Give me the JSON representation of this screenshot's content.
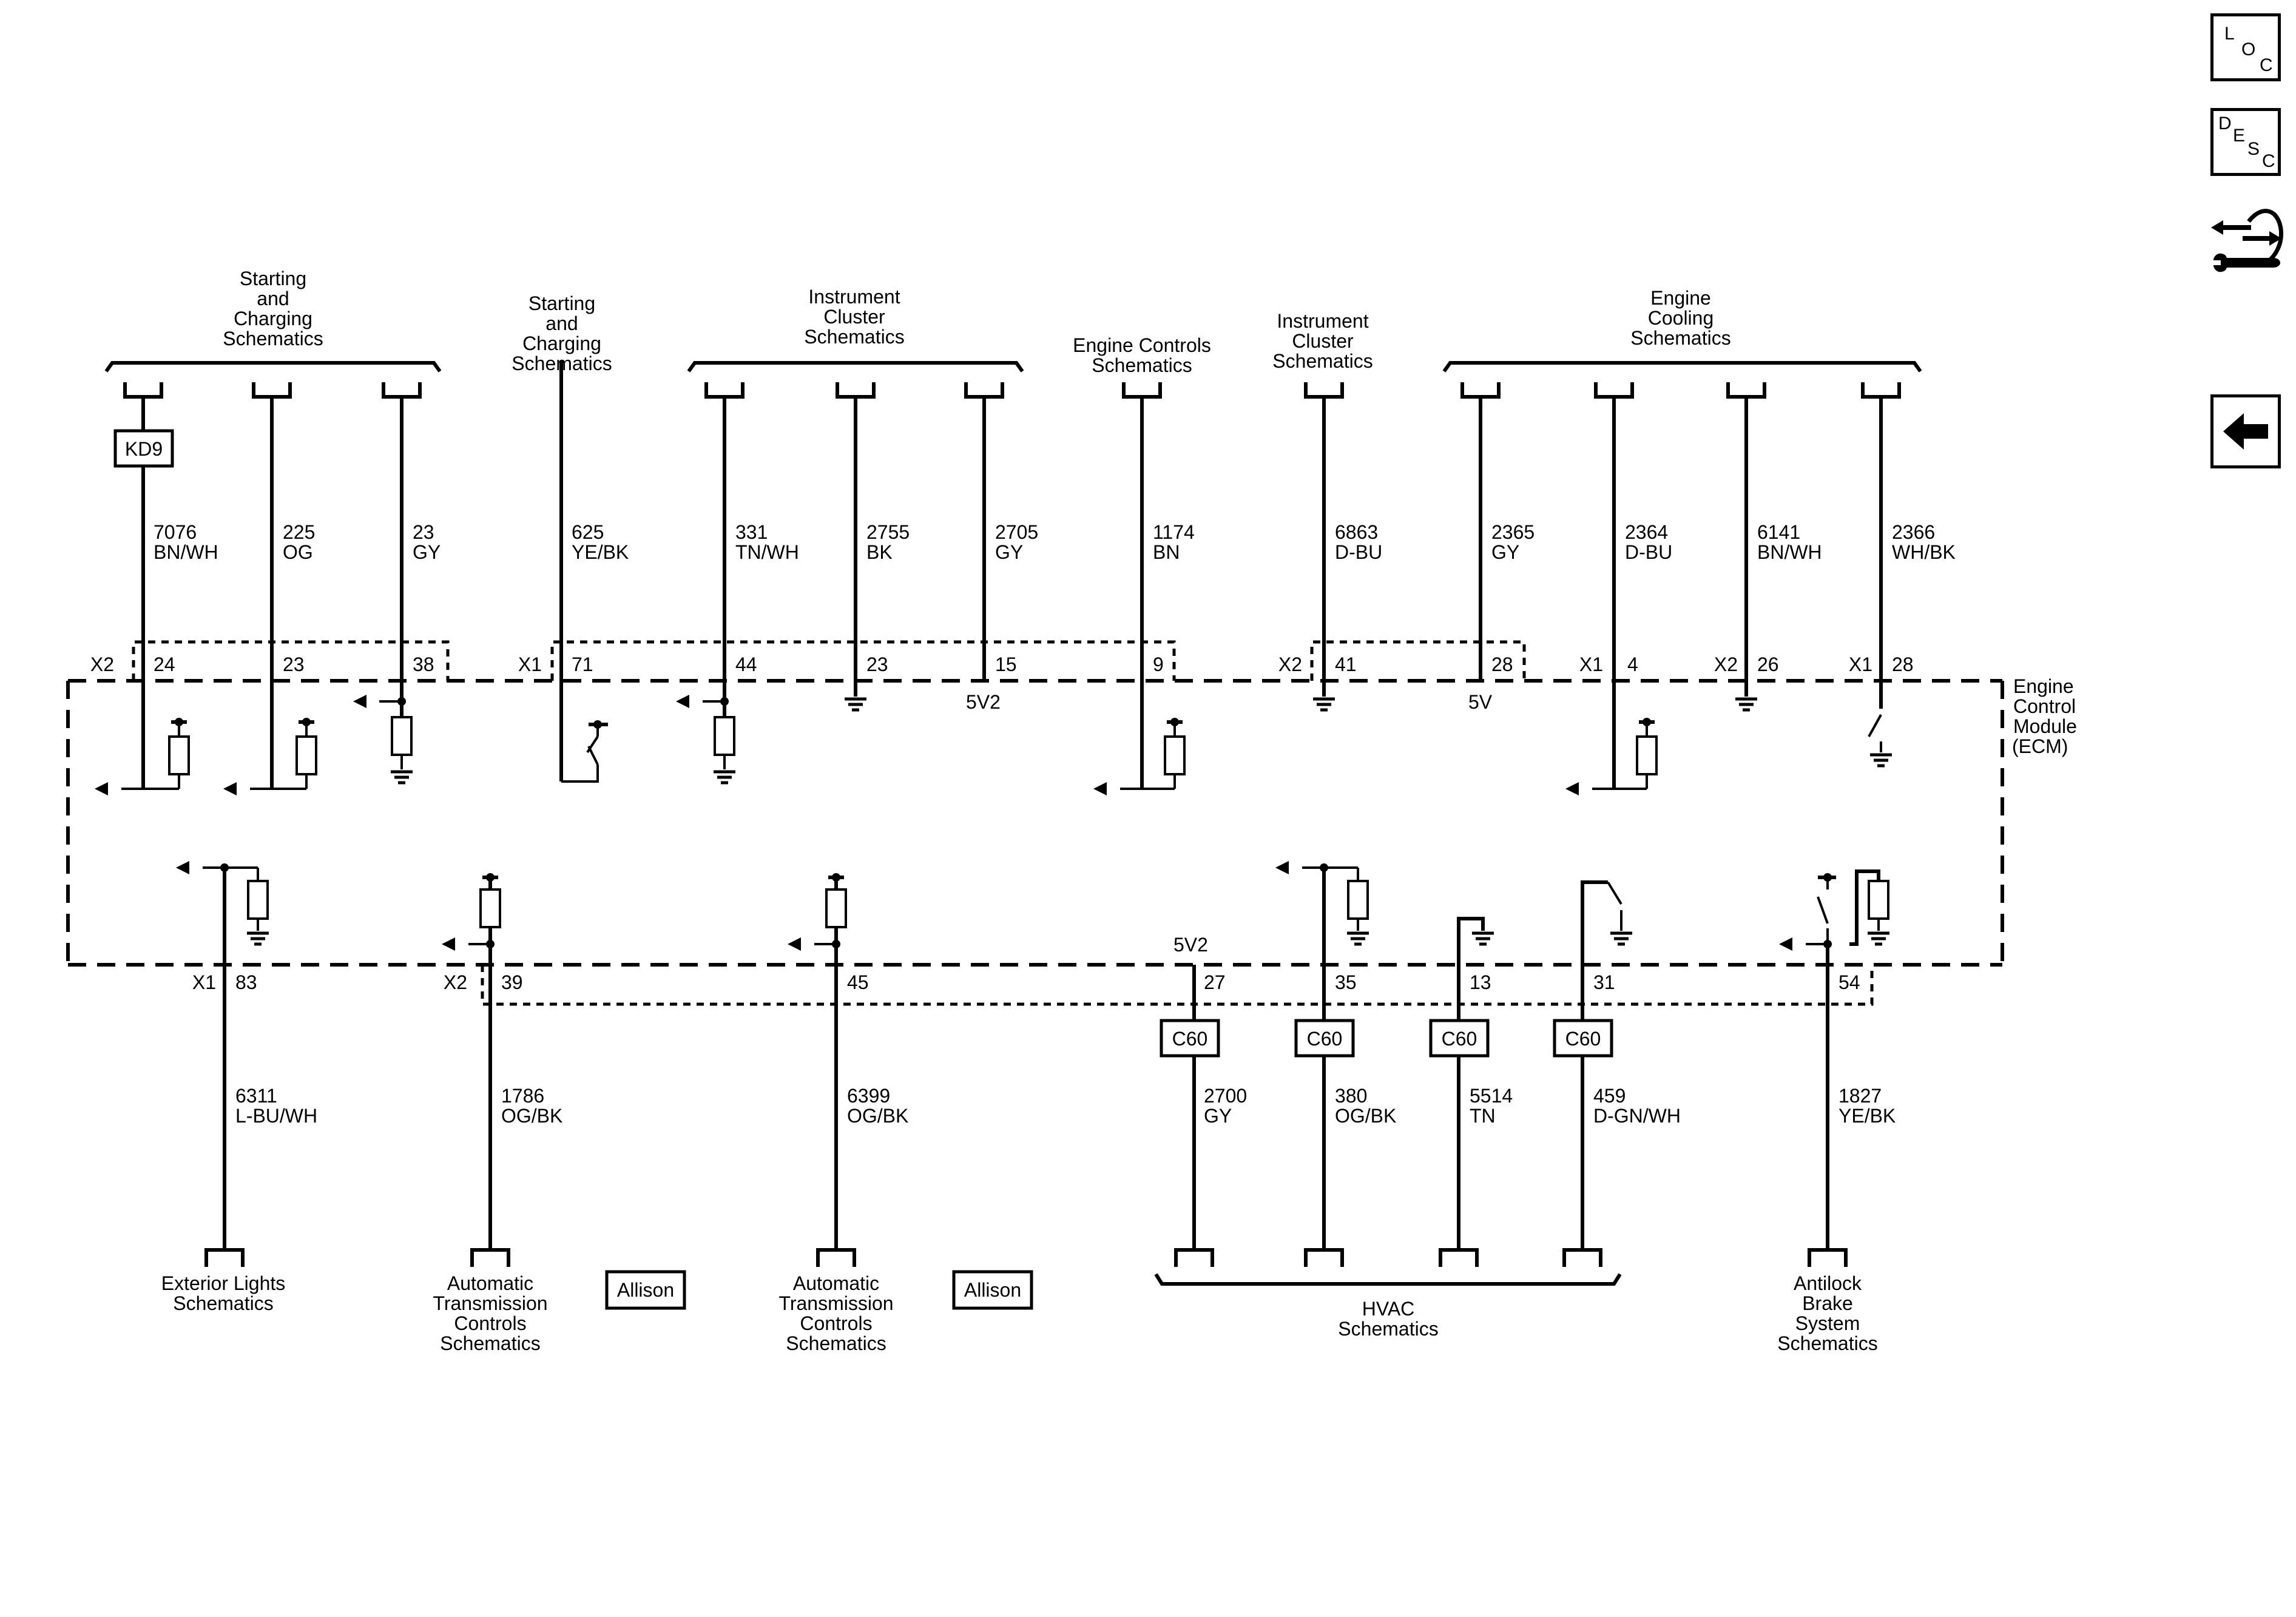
{
  "side_buttons": {
    "loc": {
      "l1": "L",
      "l2": "O",
      "l3": "C",
      "icon": "location-view"
    },
    "desc": {
      "l1": "D",
      "l2": "E",
      "l3": "S",
      "l4": "C",
      "icon": "description-view"
    },
    "repair": {
      "icon": "repair-procedures"
    },
    "back": {
      "icon": "back-arrow"
    }
  },
  "module": {
    "l1": "Engine",
    "l2": "Control",
    "l3": "Module",
    "l4": "(ECM)"
  },
  "top_groups": {
    "starting1": [
      "Starting",
      "and",
      "Charging",
      "Schematics"
    ],
    "starting2": [
      "Starting",
      "and",
      "Charging",
      "Schematics"
    ],
    "cluster1": [
      "Instrument",
      "Cluster",
      "Schematics"
    ],
    "engine_controls": [
      "Engine Controls",
      "Schematics"
    ],
    "cluster2": [
      "Instrument",
      "Cluster",
      "Schematics"
    ],
    "cooling": [
      "Engine",
      "Cooling",
      "Schematics"
    ]
  },
  "bottom_groups": {
    "exterior": [
      "Exterior Lights",
      "Schematics"
    ],
    "trans1": [
      "Automatic",
      "Transmission",
      "Controls",
      "Schematics"
    ],
    "trans2": [
      "Automatic",
      "Transmission",
      "Controls",
      "Schematics"
    ],
    "hvac": [
      "HVAC",
      "Schematics"
    ],
    "abs": [
      "Antilock",
      "Brake",
      "System",
      "Schematics"
    ]
  },
  "option_boxes": {
    "kd9": "KD9",
    "allison1": "Allison",
    "allison2": "Allison"
  },
  "inline_connectors": {
    "c1": "C60",
    "c2": "C60",
    "c3": "C60",
    "c4": "C60"
  },
  "connectors": {
    "x2a": "X2",
    "x1a": "X1",
    "x2b": "X2",
    "x1b": "X1",
    "x2c": "X2",
    "x1c": "X1",
    "x1d": "X1",
    "x2d": "X2"
  },
  "voltages": {
    "v1": "5V2",
    "v2": "5V",
    "v3": "5V2"
  },
  "top_wires": [
    {
      "circuit": "7076",
      "color": "BN/WH",
      "pin": "24"
    },
    {
      "circuit": "225",
      "color": "OG",
      "pin": "23"
    },
    {
      "circuit": "23",
      "color": "GY",
      "pin": "38"
    },
    {
      "circuit": "625",
      "color": "YE/BK",
      "pin": "71"
    },
    {
      "circuit": "331",
      "color": "TN/WH",
      "pin": "44"
    },
    {
      "circuit": "2755",
      "color": "BK",
      "pin": "23"
    },
    {
      "circuit": "2705",
      "color": "GY",
      "pin": "15"
    },
    {
      "circuit": "1174",
      "color": "BN",
      "pin": "9"
    },
    {
      "circuit": "6863",
      "color": "D-BU",
      "pin": "41"
    },
    {
      "circuit": "2365",
      "color": "GY",
      "pin": "28"
    },
    {
      "circuit": "2364",
      "color": "D-BU",
      "pin": "4"
    },
    {
      "circuit": "6141",
      "color": "BN/WH",
      "pin": "26"
    },
    {
      "circuit": "2366",
      "color": "WH/BK",
      "pin": "28"
    }
  ],
  "bottom_wires": [
    {
      "circuit": "6311",
      "color": "L-BU/WH",
      "pin": "83"
    },
    {
      "circuit": "1786",
      "color": "OG/BK",
      "pin": "39"
    },
    {
      "circuit": "6399",
      "color": "OG/BK",
      "pin": "45"
    },
    {
      "circuit": "2700",
      "color": "GY",
      "pin": "27"
    },
    {
      "circuit": "380",
      "color": "OG/BK",
      "pin": "35"
    },
    {
      "circuit": "5514",
      "color": "TN",
      "pin": "13"
    },
    {
      "circuit": "459",
      "color": "D-GN/WH",
      "pin": "31"
    },
    {
      "circuit": "1827",
      "color": "YE/BK",
      "pin": "54"
    }
  ]
}
